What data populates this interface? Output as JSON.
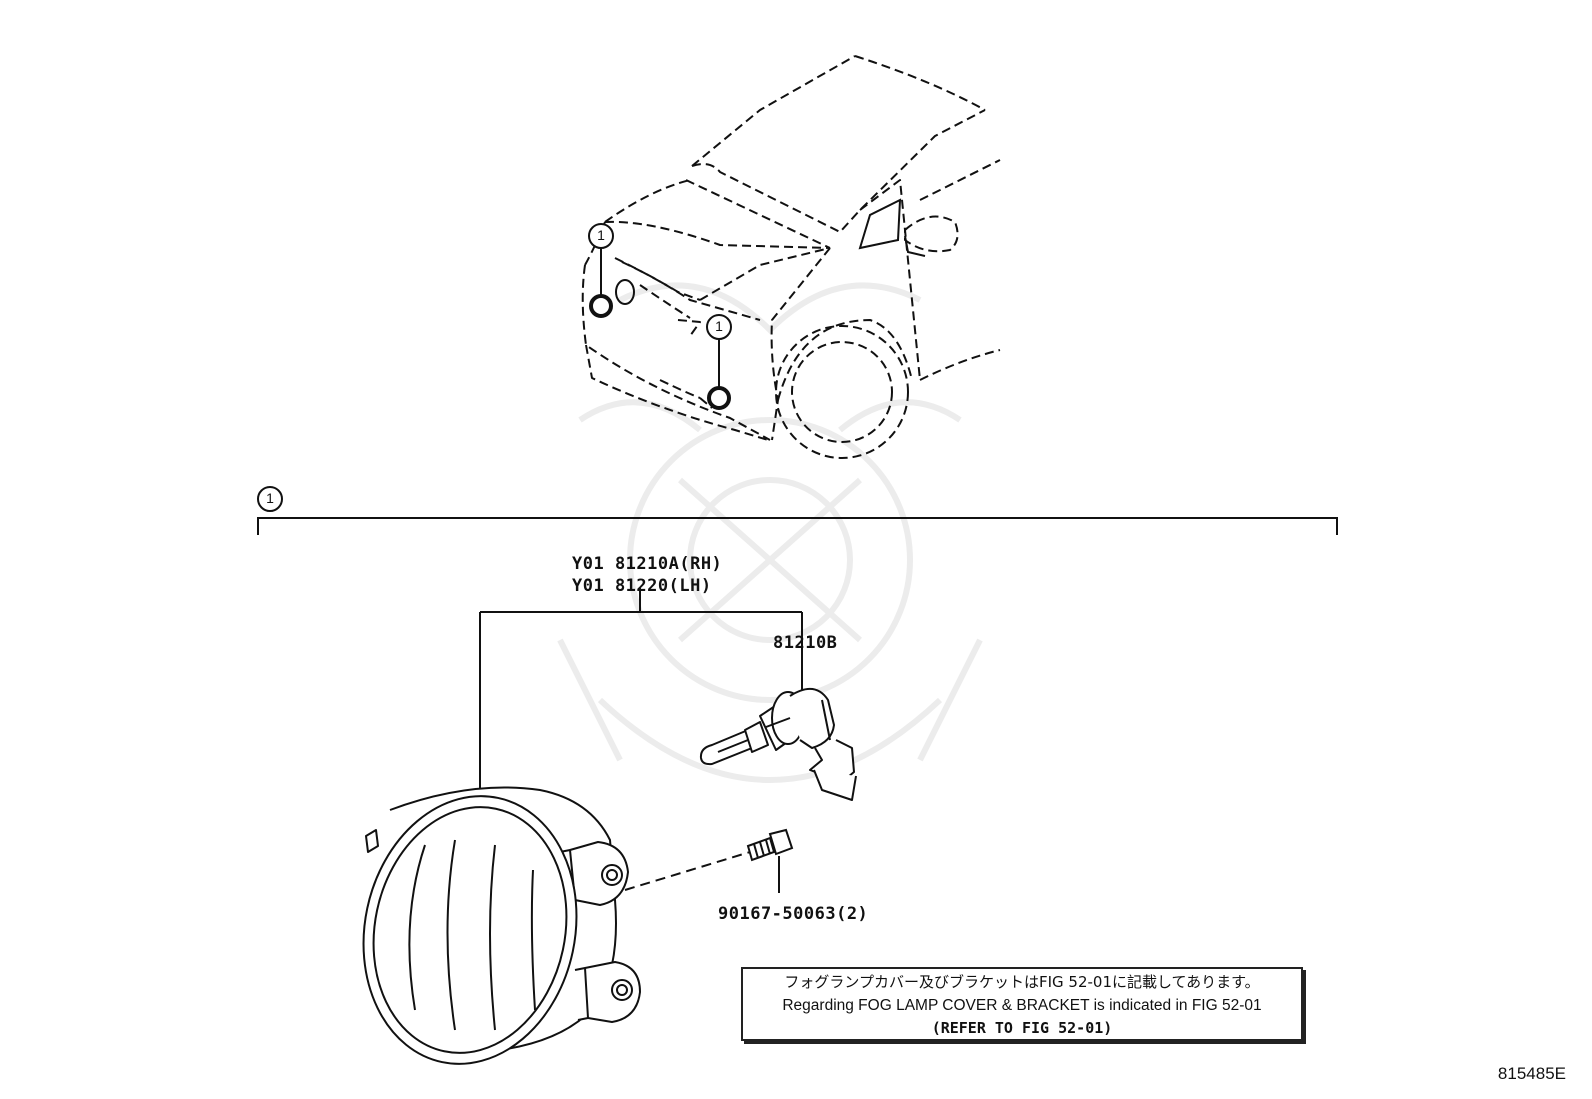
{
  "callouts": [
    {
      "number": "1"
    },
    {
      "number": "1"
    },
    {
      "number": "1"
    }
  ],
  "parts": {
    "fog_lamp_rh": "Y01 81210A(RH)",
    "fog_lamp_lh": "Y01 81220(LH)",
    "bulb": "81210B",
    "screw": "90167-50063(2)"
  },
  "note": {
    "japanese": "フォグランプカバー及びブラケットはFIG 52-01に記載してあります。",
    "english": "Regarding FOG LAMP COVER & BRACKET is indicated in FIG 52-01",
    "reference": "(REFER TO FIG 52-01)"
  },
  "figure_id": "815485E",
  "colors": {
    "line": "#111111",
    "watermark": "#ededed"
  }
}
